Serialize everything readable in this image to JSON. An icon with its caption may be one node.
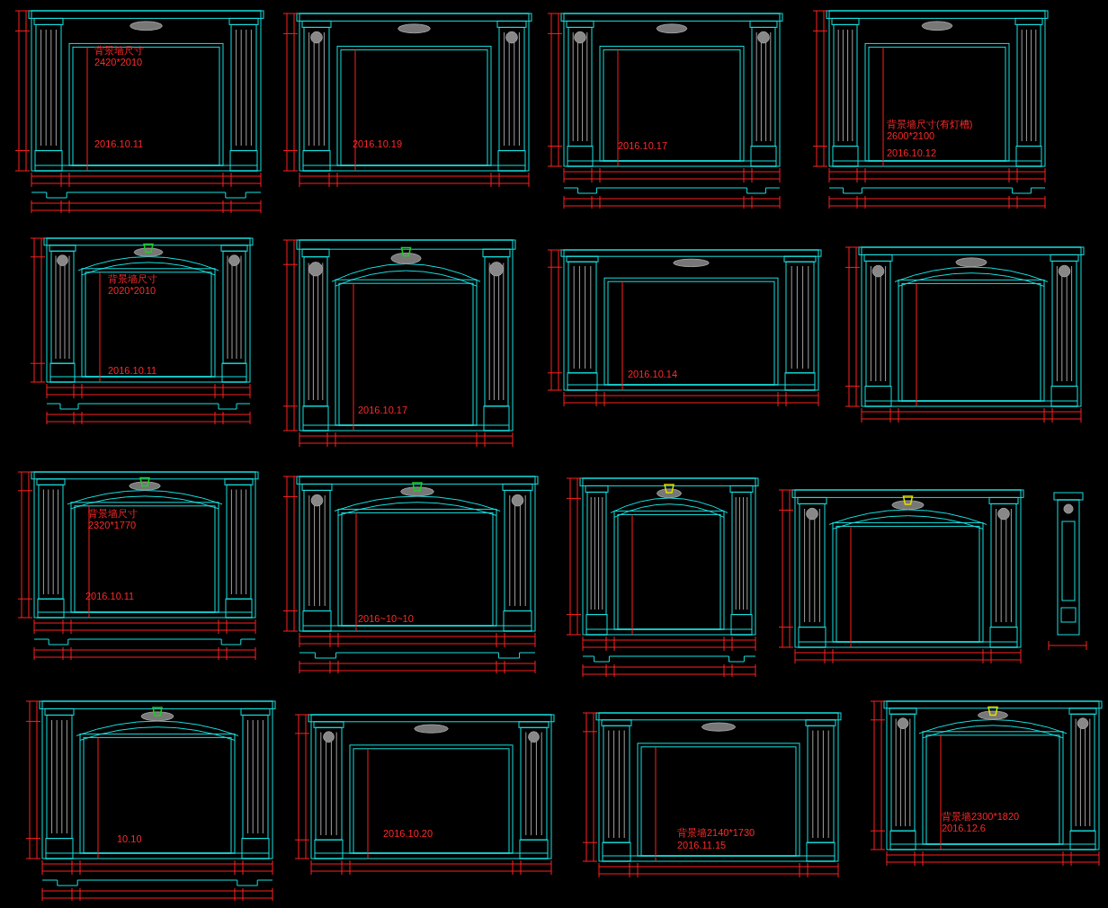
{
  "diagram": {
    "labels": [
      "背景墙尺寸",
      "2420*2010",
      "2016.10.11",
      "2016.10.19",
      "2016.10.17",
      "背景墙尺寸(有灯槽)",
      "2600*2100",
      "2016.10.12",
      "背景墙尺寸",
      "2020*2010",
      "2016.10.11",
      "2016.10.17",
      "2016.10.14",
      "背景墙尺寸",
      "2320*1770",
      "2016.10.11",
      "2016~10~10",
      "10.10",
      "2016.10.20",
      "背景墙2140*1730",
      "2016.11.15",
      "背景墙2300*1820",
      "2016.12.6"
    ]
  }
}
